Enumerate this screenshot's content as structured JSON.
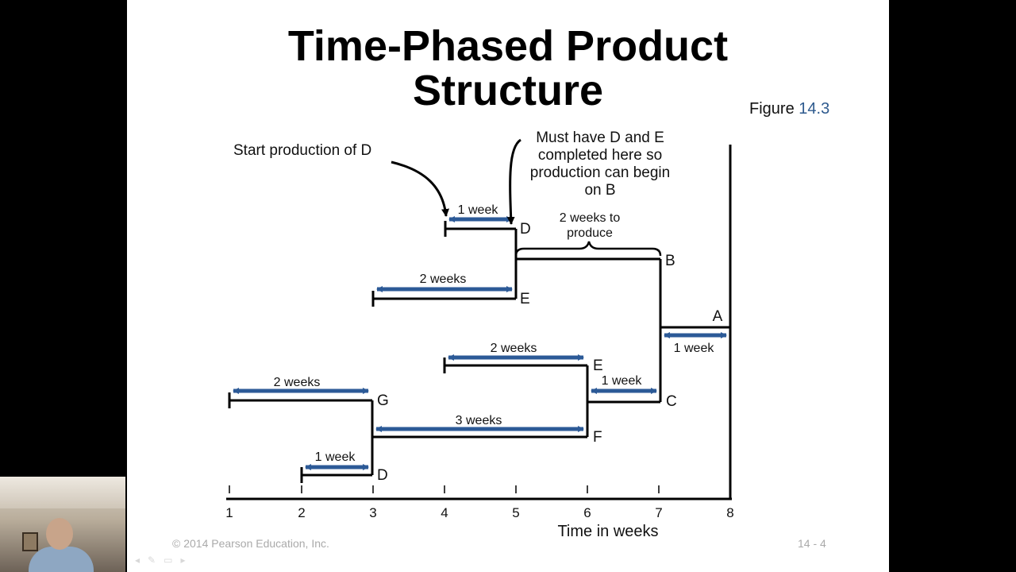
{
  "slide": {
    "title_line_1": "Time-Phased Product",
    "title_line_2": "Structure",
    "figure_prefix": "Figure",
    "figure_number": "14.3",
    "copyright": "© 2014 Pearson Education, Inc.",
    "page_number": "14 - 4"
  },
  "diagram": {
    "notes": {
      "start_production": "Start production of D",
      "must_have_lines": [
        "Must have D and E",
        "completed here so",
        "production can begin",
        "on B"
      ],
      "two_weeks_lines": [
        "2 weeks to",
        "produce"
      ]
    },
    "nodes": {
      "A": "A",
      "B": "B",
      "C": "C",
      "D_top": "D",
      "E_top": "E",
      "E_mid": "E",
      "F": "F",
      "G": "G",
      "D_bottom": "D"
    },
    "durations": {
      "d_top": "1 week",
      "e_top": "2 weeks",
      "a": "1 week",
      "e_mid": "2 weeks",
      "c": "1 week",
      "g": "2 weeks",
      "f": "3 weeks",
      "d_bottom": "1 week"
    },
    "axis": {
      "ticks": [
        "1",
        "2",
        "3",
        "4",
        "5",
        "6",
        "7",
        "8"
      ],
      "title": "Time in weeks"
    }
  },
  "colors": {
    "arrow": "#2c5a97",
    "line": "#000000"
  },
  "webcam": {
    "icon": "presenter-webcam-icon"
  }
}
